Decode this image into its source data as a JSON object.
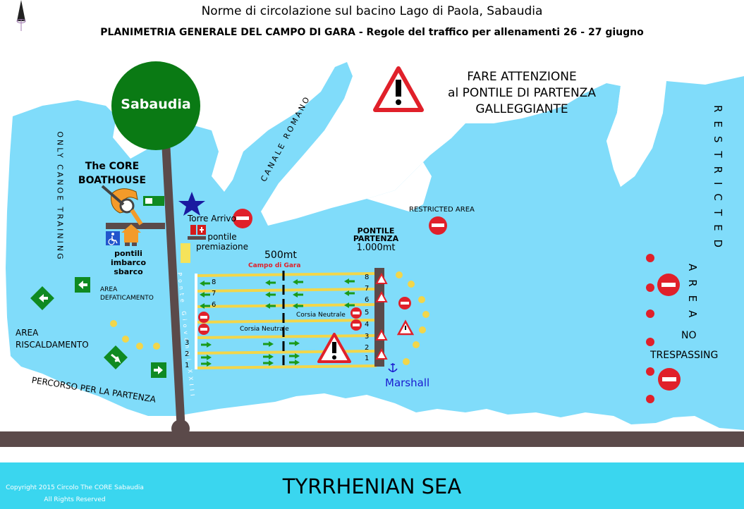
{
  "title": "Norme di circolazione sul bacino Lago di Paola, Sabaudia",
  "subtitle": "PLANIMETRIA GENERALE DEL CAMPO DI GARA - Regole del traffico per allenamenti 26 - 27 giugno",
  "warning": {
    "line1": "FARE ATTENZIONE",
    "line2": "al PONTILE DI PARTENZA",
    "line3": "GALLEGGIANTE"
  },
  "town": "Sabaudia",
  "boathouse": {
    "line1": "The CORE",
    "line2": "BOATHOUSE"
  },
  "only_canoe": "ONLY CANOE TRAINING",
  "canale": "CANALE ROMANO",
  "torre": "Torre Arrivo",
  "pontile_premiazione": {
    "line1": "pontile",
    "line2": "premiazione"
  },
  "pontili": {
    "line1": "pontili",
    "line2": "imbarco",
    "line3": "sbarco"
  },
  "area_defaticamento": {
    "line1": "AREA",
    "line2": "DEFATICAMENTO"
  },
  "area_riscaldamento": {
    "line1": "AREA",
    "line2": "RISCALDAMENTO"
  },
  "percorso": "PERCORSO PER LA PARTENZA",
  "ponte": "Ponte Giovanni XXIII",
  "restricted_area_label": "RESTRICTED AREA",
  "restricted_vertical": "RESTRICTED",
  "area_vertical": "AREA",
  "no": "NO",
  "trespassing": "TRESPASSING",
  "dist_500": "500mt",
  "campo": "Campo di Gara",
  "pontile_partenza": {
    "line1": "PONTILE",
    "line2": "PARTENZA",
    "line3": "1.000mt"
  },
  "corsia_neutrale": "Corsia Neutrale",
  "marshall": "Marshall",
  "lanes_right": [
    "8",
    "7",
    "6",
    "5",
    "4",
    "3",
    "2",
    "1"
  ],
  "lanes_left": [
    "8",
    "7",
    "6",
    "3",
    "2",
    "1"
  ],
  "sea": "TYRRHENIAN SEA",
  "copyright": {
    "line1": "Copyright 2015 Circolo The CORE Sabaudia",
    "line2": "All Rights Reserved"
  },
  "colors": {
    "lake": "#80dcfa",
    "sea": "#3ad6ef",
    "road": "#5b4a4a",
    "town": "#0a7a14",
    "lane": "#f2d64a",
    "no_entry": "#e0202a",
    "arrow": "#1a9a1a"
  }
}
